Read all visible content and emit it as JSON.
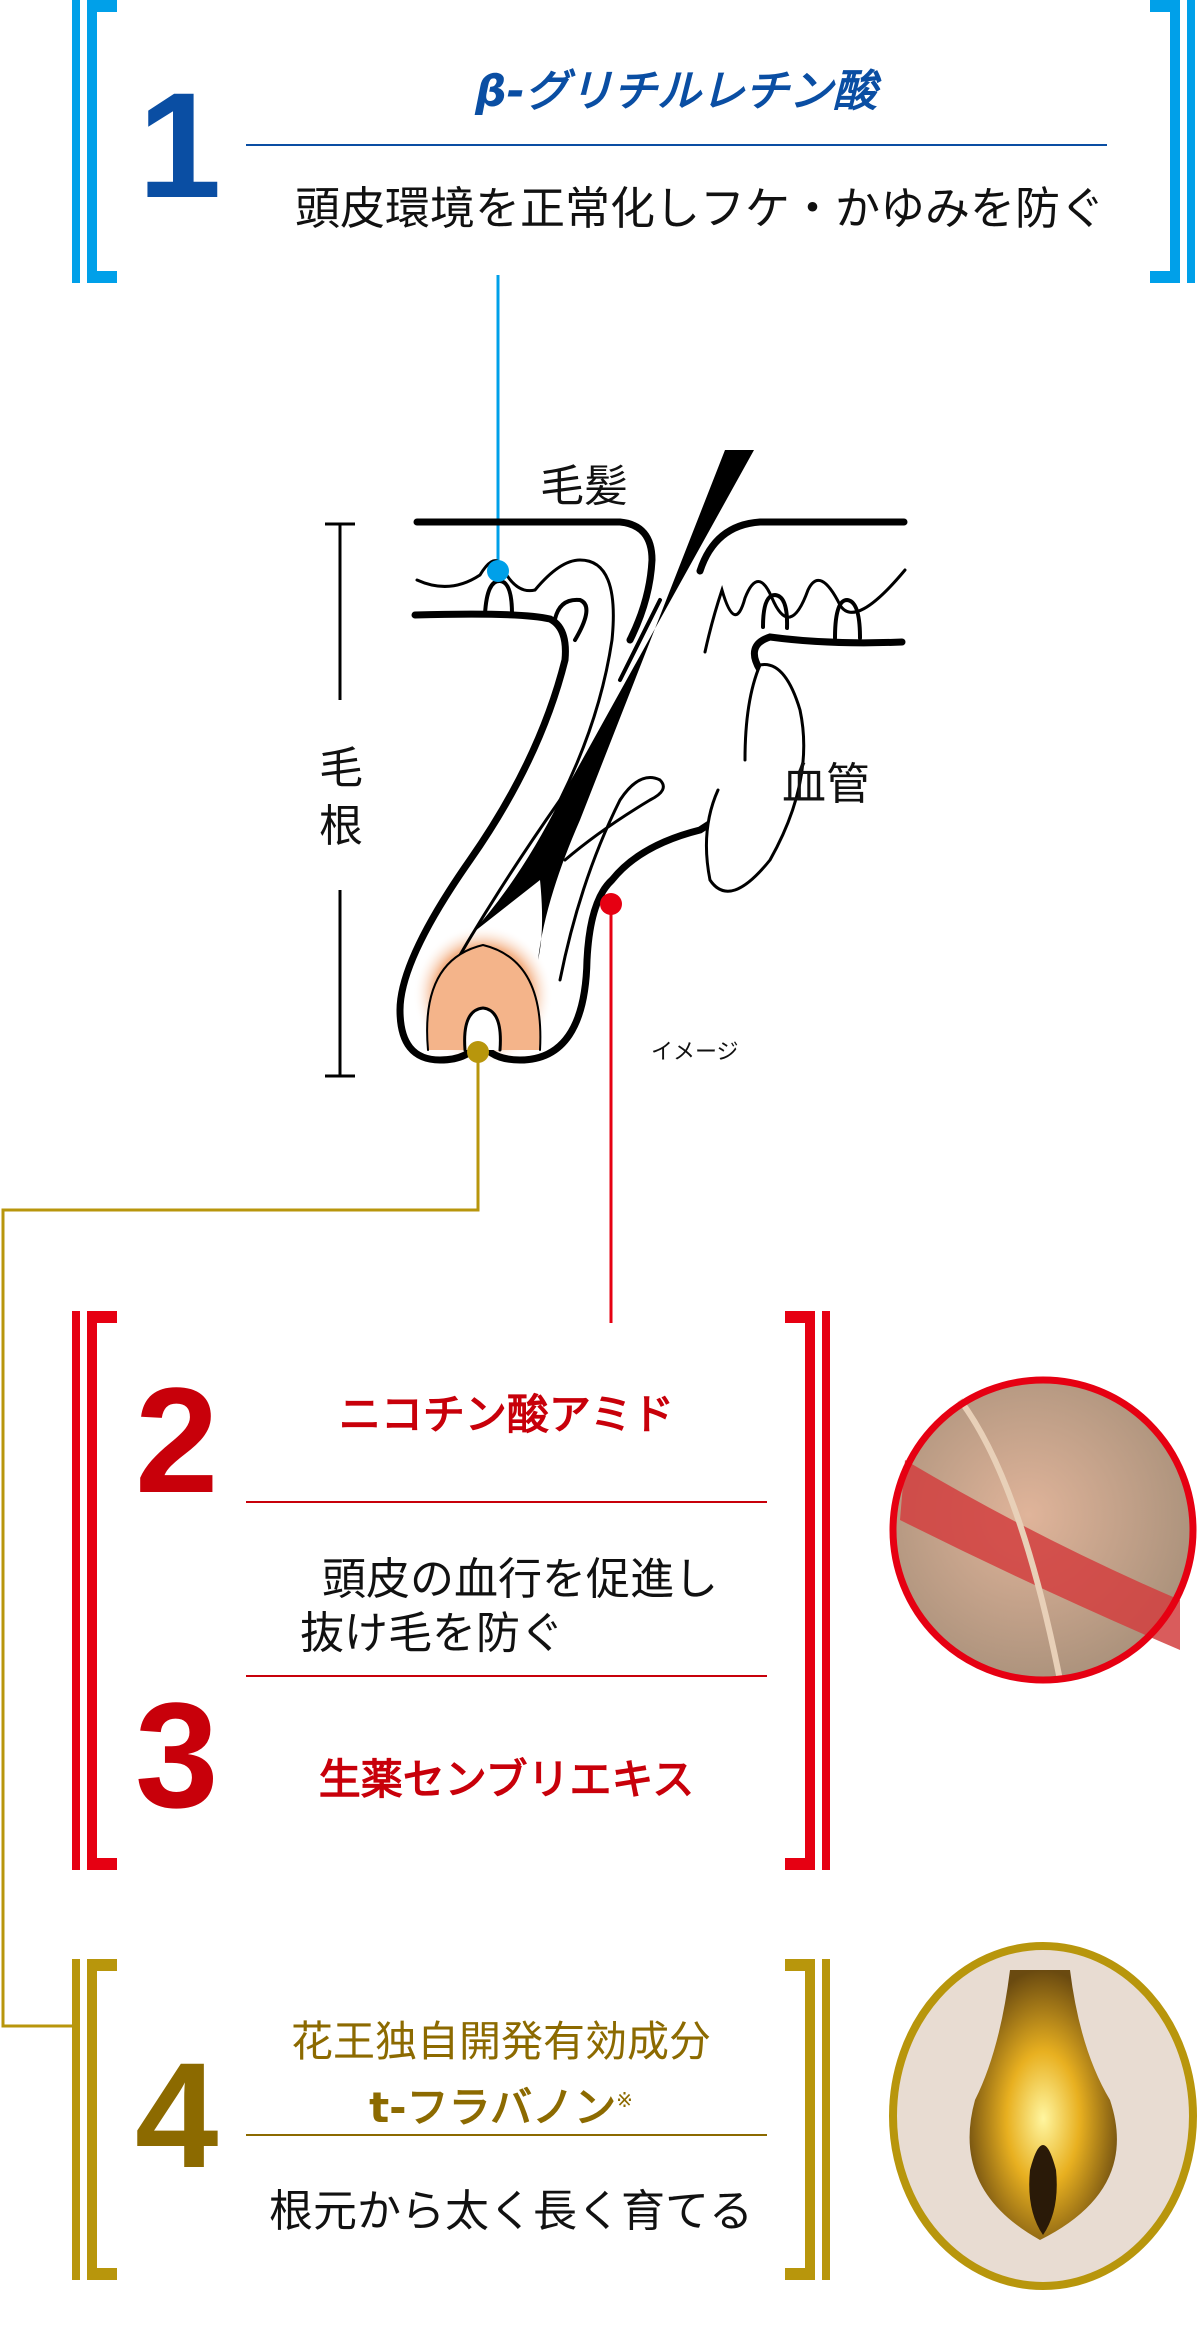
{
  "colors": {
    "blue_bracket": "#00a0e9",
    "blue_text": "#0a4ea3",
    "red_bracket": "#e60012",
    "red_text": "#c8000a",
    "gold_bracket": "#b8960c",
    "gold_text": "#8c6a00"
  },
  "item1": {
    "number": "1",
    "name": "β-グリチルレチン酸",
    "effect": "頭皮環境を正常化しフケ・かゆみを防ぐ"
  },
  "diagram": {
    "label_hair": "毛髪",
    "label_root": "毛根",
    "label_vessel": "血管",
    "note": "イメージ"
  },
  "item23": {
    "number2": "2",
    "name2": "ニコチン酸アミド",
    "effect_line1": "頭皮の血行を促進し",
    "effect_line2": "抜け毛を防ぐ",
    "number3": "3",
    "name3": "生薬センブリエキス"
  },
  "item4": {
    "number": "4",
    "name_line1": "花王独自開発有効成分",
    "name_line2": "t-フラバノン",
    "footnote_mark": "※",
    "effect": "根元から太く長く育てる"
  }
}
